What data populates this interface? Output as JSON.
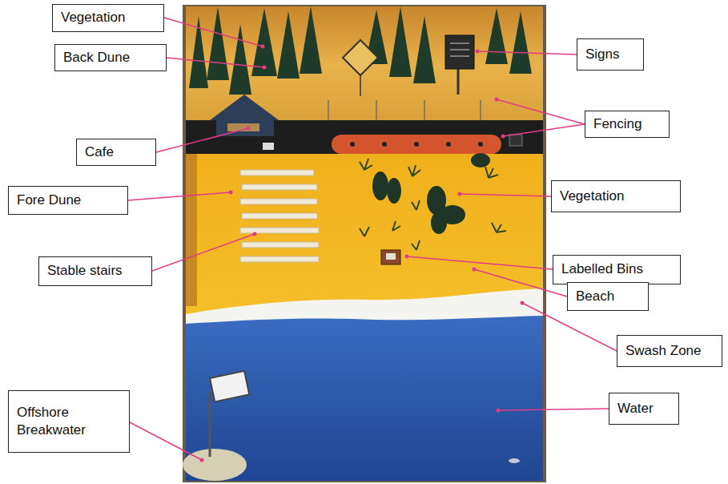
{
  "diagram": {
    "nodes": [
      {
        "text": [
          "Vegetation"
        ]
      },
      {
        "text": [
          "Signs"
        ]
      },
      {
        "text": [
          "Back Dune"
        ]
      },
      {
        "text": [
          "Fencing"
        ]
      },
      {
        "text": [
          "Cafe"
        ]
      },
      {
        "text": [
          "Fore Dune"
        ]
      },
      {
        "text": [
          "Vegetation"
        ]
      },
      {
        "text": [
          "Stable stairs"
        ]
      },
      {
        "text": [
          "Labelled Bins"
        ]
      },
      {
        "text": [
          "Beach"
        ]
      },
      {
        "text": [
          "Swash Zone"
        ]
      },
      {
        "text": [
          "Offshore Breakwater"
        ]
      },
      {
        "text": [
          "Water"
        ]
      }
    ]
  }
}
